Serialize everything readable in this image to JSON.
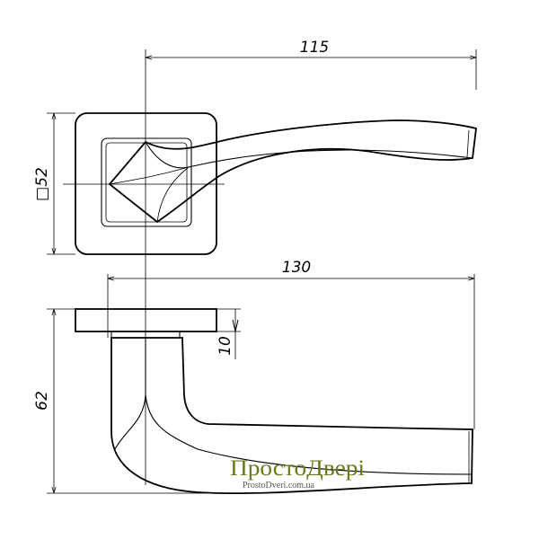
{
  "dimensions": {
    "top_length": "115",
    "rosette_size_symbol": "□",
    "rosette_size": "52",
    "bottom_length": "130",
    "rosette_height": "10",
    "total_height": "62"
  },
  "watermark": {
    "title": "ПростоДвері",
    "url": "ProstoDveri.com.ua"
  }
}
